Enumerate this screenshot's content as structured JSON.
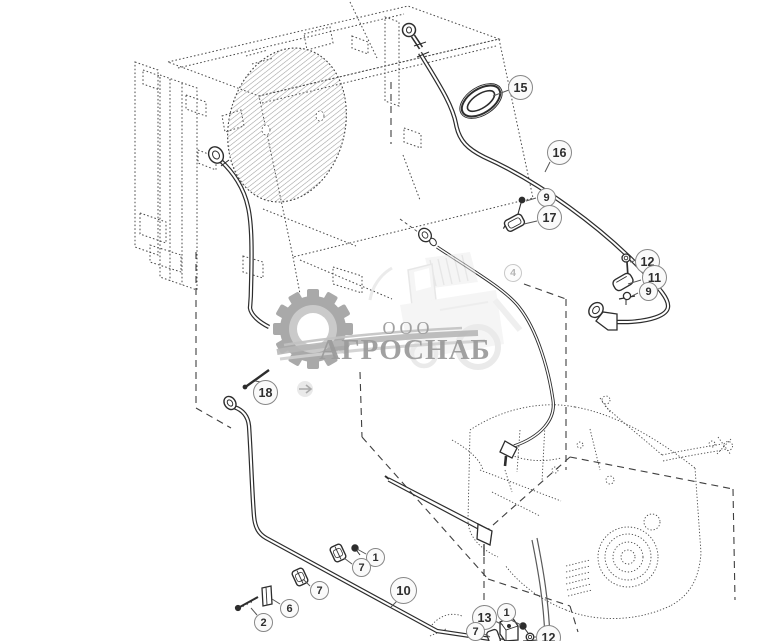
{
  "watermark": {
    "prefix": "ООО",
    "name": "АГРОСНАБ",
    "gear_color": "#a2a2a2",
    "text_color": "#9c9c9c"
  },
  "colors": {
    "line": "#2d2d2d",
    "dotted": "#4a4a4a",
    "dashed": "#3f3f3f",
    "callout_border": "#878787",
    "callout_fill": "#fafafa",
    "callout_text": "#2e2e2e",
    "ghost_callout": "#b4b4b4"
  },
  "callouts": [
    {
      "label": "15"
    },
    {
      "label": "16"
    },
    {
      "label": "9"
    },
    {
      "label": "17"
    },
    {
      "label": "12"
    },
    {
      "label": "11"
    },
    {
      "label": "9"
    },
    {
      "label": "4"
    },
    {
      "label": "18"
    },
    {
      "label": "1"
    },
    {
      "label": "7"
    },
    {
      "label": "7"
    },
    {
      "label": "6"
    },
    {
      "label": "2"
    },
    {
      "label": "10"
    },
    {
      "label": "13"
    },
    {
      "label": "1"
    },
    {
      "label": "7"
    },
    {
      "label": "12"
    }
  ]
}
